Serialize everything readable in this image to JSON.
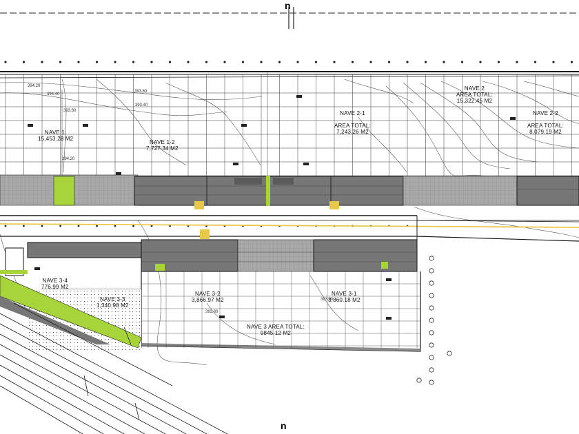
{
  "plan": {
    "north_marker_top": "n",
    "north_marker_bottom": "n",
    "naves": [
      {
        "id": "nave-1",
        "name": "NAVE 1:",
        "area": "15,453.28 M2"
      },
      {
        "id": "nave-1-2",
        "name": "NAVE 1-2",
        "area": "7,727.34 M2"
      },
      {
        "id": "nave-2",
        "name": "NAVE 2",
        "area_label": "AREA TOTAL:",
        "area": "15,322.45 M2"
      },
      {
        "id": "nave-2-1",
        "name": "NAVE  2-1",
        "area_label": "AREA TOTAL:",
        "area": "7,243.26  M2"
      },
      {
        "id": "nave-2-2",
        "name": "NAVE 2-2",
        "area_label": "AREA TOTAL:",
        "area": "8,079.19 M2"
      },
      {
        "id": "nave-3-4",
        "name": "NAVE 3-4",
        "area": "776.99 M2"
      },
      {
        "id": "nave-3-3",
        "name": "NAVE 3-3",
        "area": "1,340.98 M2"
      },
      {
        "id": "nave-3-2",
        "name": "NAVE 3-2",
        "area": "3,866.97 M2"
      },
      {
        "id": "nave-3-1",
        "name": "NAVE 3-1",
        "area": "3,860.18 M2"
      },
      {
        "id": "nave-3",
        "name": "NAVE 3 AREA TOTAL:",
        "area": "9845.12 M2"
      }
    ],
    "contours": [
      "394.20",
      "394.40",
      "393.80",
      "393.60",
      "393.40",
      "394.20",
      "393.80",
      "393.60"
    ],
    "colors": {
      "line": "#1a1a1a",
      "platform": "#8c8c8c",
      "platform_dark": "#6e6e6e",
      "green": "#a6d43a",
      "yellow": "#e8c84a",
      "contour": "#555555"
    }
  }
}
